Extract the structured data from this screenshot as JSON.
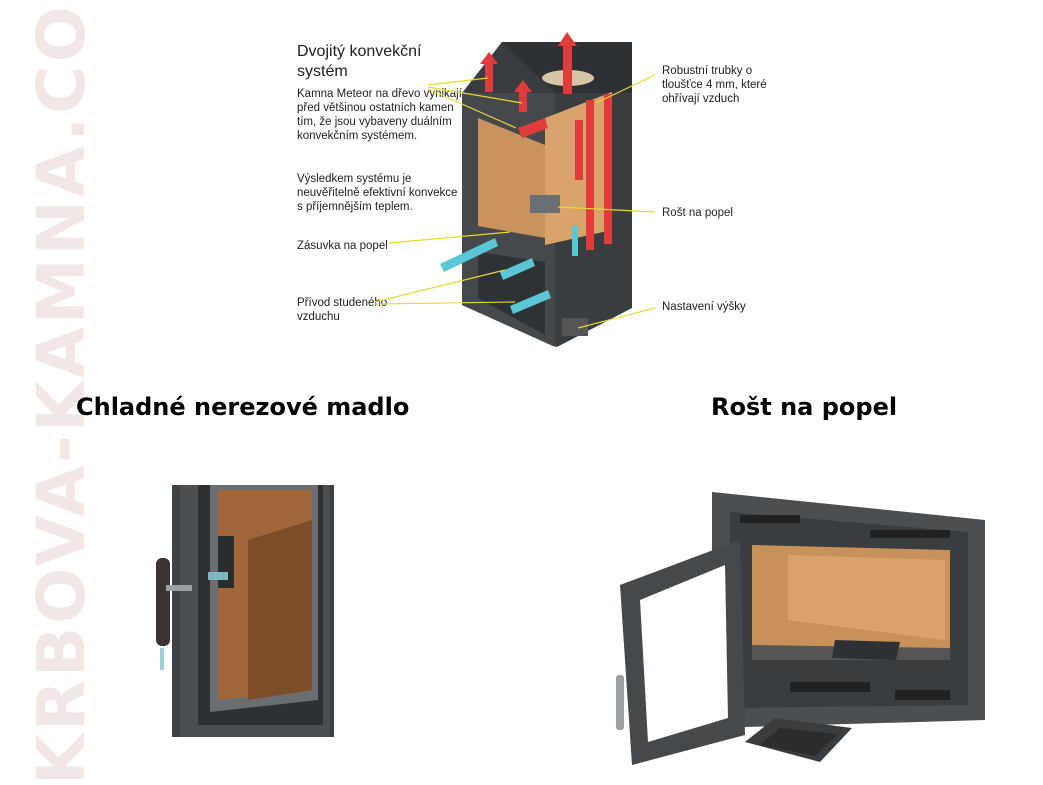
{
  "watermark": "KRBOVA-KAMNA.COM",
  "diagram": {
    "title": "Dvojitý konvekční systém",
    "description_1": "Kamna Meteor na dřevo vynikají před většinou ostatních kamen tím, že jsou vybaveny duálním konvekčním systémem.",
    "description_2": "Výsledkem systému je neuvěřitelně efektivní konvekce s příjemnějším teplem.",
    "ash_drawer": "Zásuvka na popel",
    "cold_air_intake": "Přívod studeného vzduchu",
    "robust_tubes": "Robustní trubky o tloušťce 4 mm, které ohřívají vzduch",
    "ash_grate": "Rošt na popel",
    "height_adjustment": "Nastavení výšky"
  },
  "sections": {
    "handle_heading": "Chladné nerezové madlo",
    "grate_heading": "Rošt na popel"
  },
  "colors": {
    "stove_body": "#3a3d3f",
    "firebox": "#d8a46c",
    "hot_arrow": "#e23b3b",
    "cold_arrow": "#5bc6d6",
    "leader_line": "#e8d830"
  }
}
